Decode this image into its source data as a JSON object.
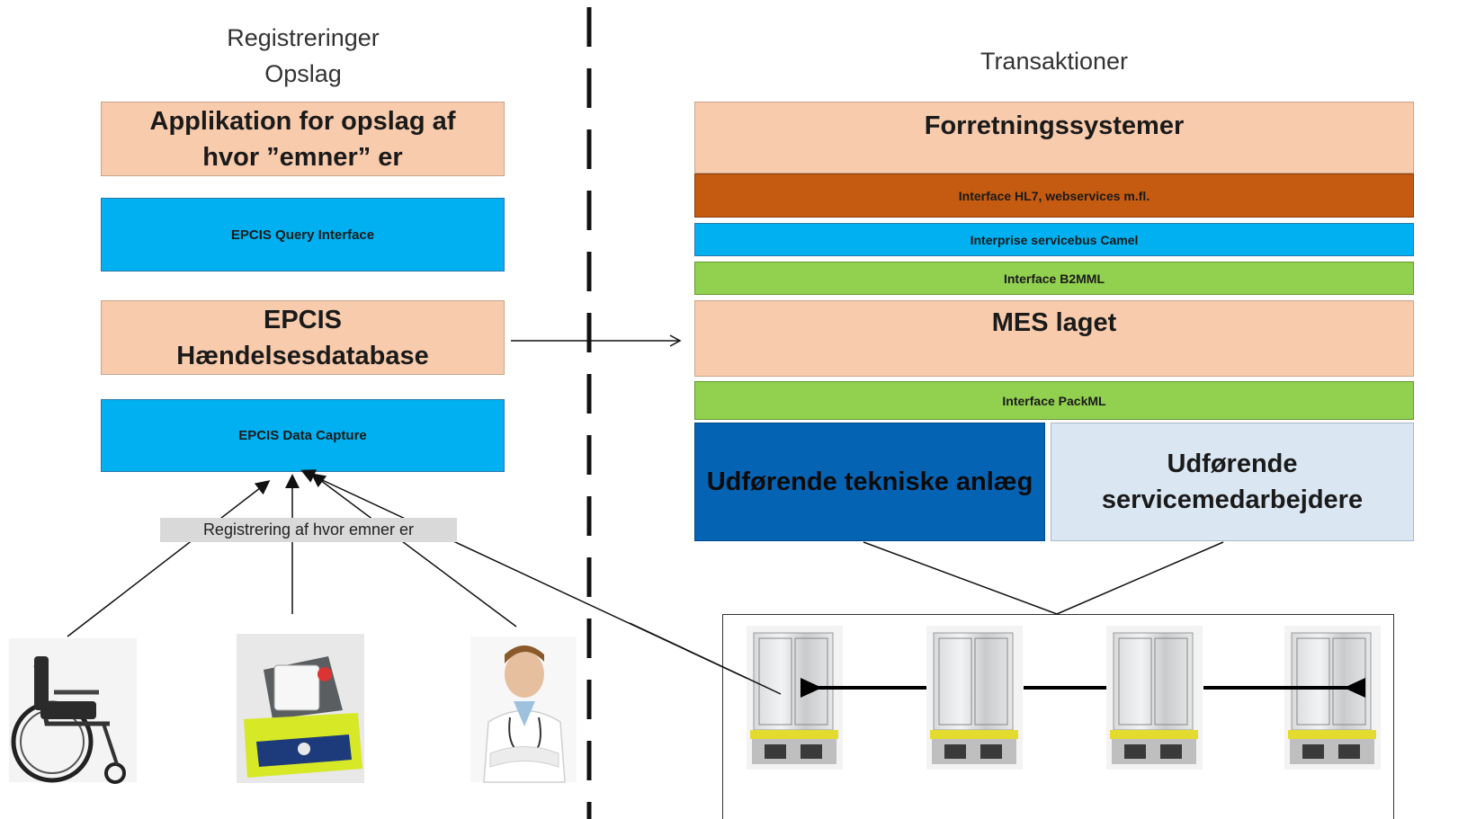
{
  "left": {
    "heading_line1": "Registreringer",
    "heading_line2": "Opslag",
    "app_box_line1": "Applikation for opslag af",
    "app_box_line2": "hvor ”emner” er",
    "query_interface": "EPCIS Query Interface",
    "db_line1": "EPCIS",
    "db_line2": "Hændelsesdatabase",
    "data_capture": "EPCIS Data Capture",
    "registration_label": "Registrering af hvor emner er",
    "items": [
      "wheelchair",
      "defibrillator",
      "doctor"
    ]
  },
  "right": {
    "heading": "Transaktioner",
    "business_systems": "Forretningssystemer",
    "interface_hl7": "Interface HL7, webservices m.fl.",
    "service_bus": "Interprise servicebus Camel",
    "interface_b2mml": "Interface B2MML",
    "mes_layer": "MES laget",
    "interface_packml": "Interface PackML",
    "technical_plants": "Udførende tekniske anlæg",
    "service_staff_line1": "Udførende",
    "service_staff_line2": "servicemedarbejdere",
    "cabinets": [
      "cabinet-1",
      "cabinet-2",
      "cabinet-3",
      "cabinet-4"
    ]
  },
  "colors": {
    "peach": "#f8cbad",
    "blue": "#00b0f0",
    "orange": "#c55a11",
    "green": "#92d050",
    "dark_blue": "#0563b4",
    "light_blue": "#dae6f2"
  }
}
